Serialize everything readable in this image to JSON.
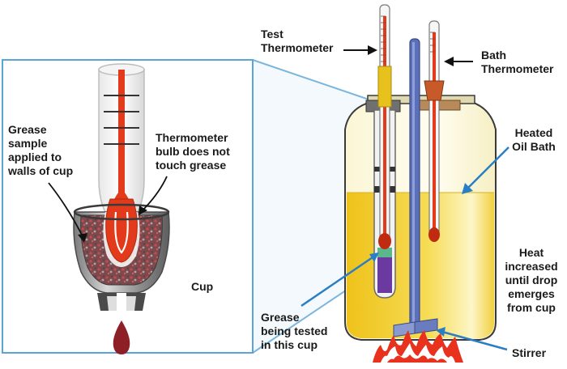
{
  "labels": {
    "test_thermometer": [
      "Test",
      "Thermometer"
    ],
    "bath_thermometer": [
      "Bath",
      "Thermometer"
    ],
    "heated_oil_bath": [
      "Heated",
      "Oil Bath"
    ],
    "heat_increased": [
      "Heat",
      "increased",
      "until drop",
      "emerges",
      "from cup"
    ],
    "stirrer": "Stirrer",
    "grease_tested": [
      "Grease",
      "being tested",
      "in this cup"
    ],
    "grease_sample": [
      "Grease",
      "sample",
      "applied  to",
      "walls of cup"
    ],
    "bulb_note": [
      "Thermometer",
      "bulb does not",
      "touch grease"
    ],
    "cup": "Cup"
  },
  "colors": {
    "oil": "#f2cf2f",
    "oil_light": "#fbf3b8",
    "thermometer_red": "#e23a1a",
    "stirrer_blue": "#5b70b8",
    "cup_gray": "#9a9a9a",
    "grease": "#8a4a4a",
    "flame": "#e8321e",
    "callout_line": "#7bb6dc",
    "arrow": "#2a7fc4"
  }
}
